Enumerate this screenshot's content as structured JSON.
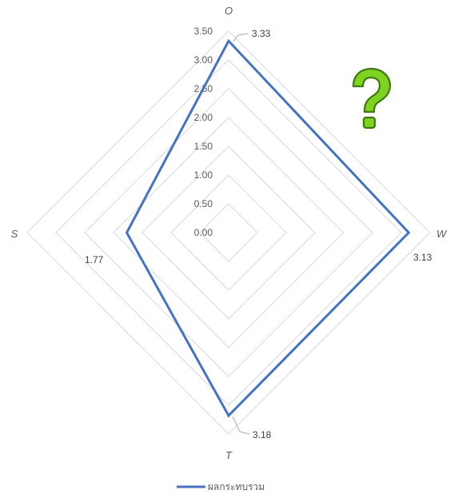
{
  "chart_data": {
    "type": "radar",
    "axes": [
      "O",
      "W",
      "T",
      "S"
    ],
    "tick_values": [
      0,
      0.5,
      1.0,
      1.5,
      2.0,
      2.5,
      3.0,
      3.5
    ],
    "tick_labels": [
      "0.00",
      "0.50",
      "1.00",
      "1.50",
      "2.00",
      "2.50",
      "3.00",
      "3.50"
    ],
    "rlim": [
      0,
      3.5
    ],
    "grid": true,
    "legend_position": "bottom",
    "series": [
      {
        "name": "ผลกระทบรวม",
        "values": [
          3.33,
          3.13,
          3.18,
          1.77
        ],
        "value_labels": [
          "3.33",
          "3.13",
          "3.18",
          "1.77"
        ]
      }
    ],
    "colors": {
      "series": "#4472C4",
      "grid": "#D9D9D9",
      "text": "#595959"
    },
    "annotations": [
      {
        "kind": "icon",
        "icon": "question-mark-icon",
        "color": "#7ED321"
      }
    ]
  }
}
